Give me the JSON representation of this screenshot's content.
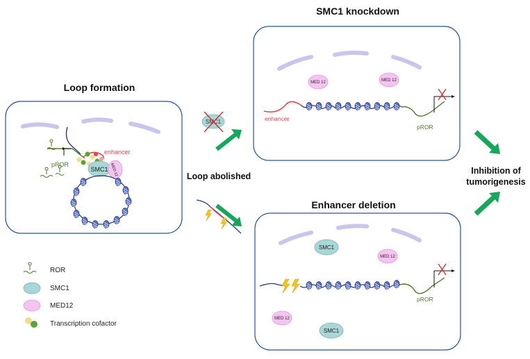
{
  "panels": {
    "loop_formation": {
      "title": "Loop formation",
      "enhancer": "enhancer",
      "promoter": "pROR",
      "smc1": "SMC1",
      "med12": "MED 12"
    },
    "smc1_knockdown": {
      "title": "SMC1 knockdown",
      "enhancer": "enhancer",
      "promoter": "pROR",
      "med12_a": "MED 12",
      "med12_b": "MED 12"
    },
    "enhancer_deletion": {
      "title": "Enhancer deletion",
      "promoter": "pROR",
      "smc1_a": "SMC1",
      "smc1_b": "SMC1",
      "med12_a": "MED 12",
      "med12_b": "MED 12"
    }
  },
  "middle": {
    "knockdown_protein": "SMC1",
    "loop_abolished": "Loop abolished"
  },
  "outcome": {
    "line1": "Inhibition of",
    "line2": "tumorigenesis"
  },
  "legend": [
    {
      "icon": "ror-rna-icon",
      "label": "ROR"
    },
    {
      "icon": "smc1-ellipse-icon",
      "label": "SMC1"
    },
    {
      "icon": "med12-ellipse-icon",
      "label": "MED12"
    },
    {
      "icon": "cofactor-icon",
      "label": "Transcription cofactor"
    }
  ],
  "colors": {
    "panel_border": "#2b5591",
    "arrow": "#14a85a",
    "enhancer": "#e0454b",
    "promoter_dna": "#4f7a2c",
    "dna": "#2a3c78",
    "nucleosome": "#5a6fc0",
    "smc1": "#a9d6d6",
    "med12": "#f5c4f0",
    "cross": "#e02525",
    "lightning": "#f5c51a"
  }
}
